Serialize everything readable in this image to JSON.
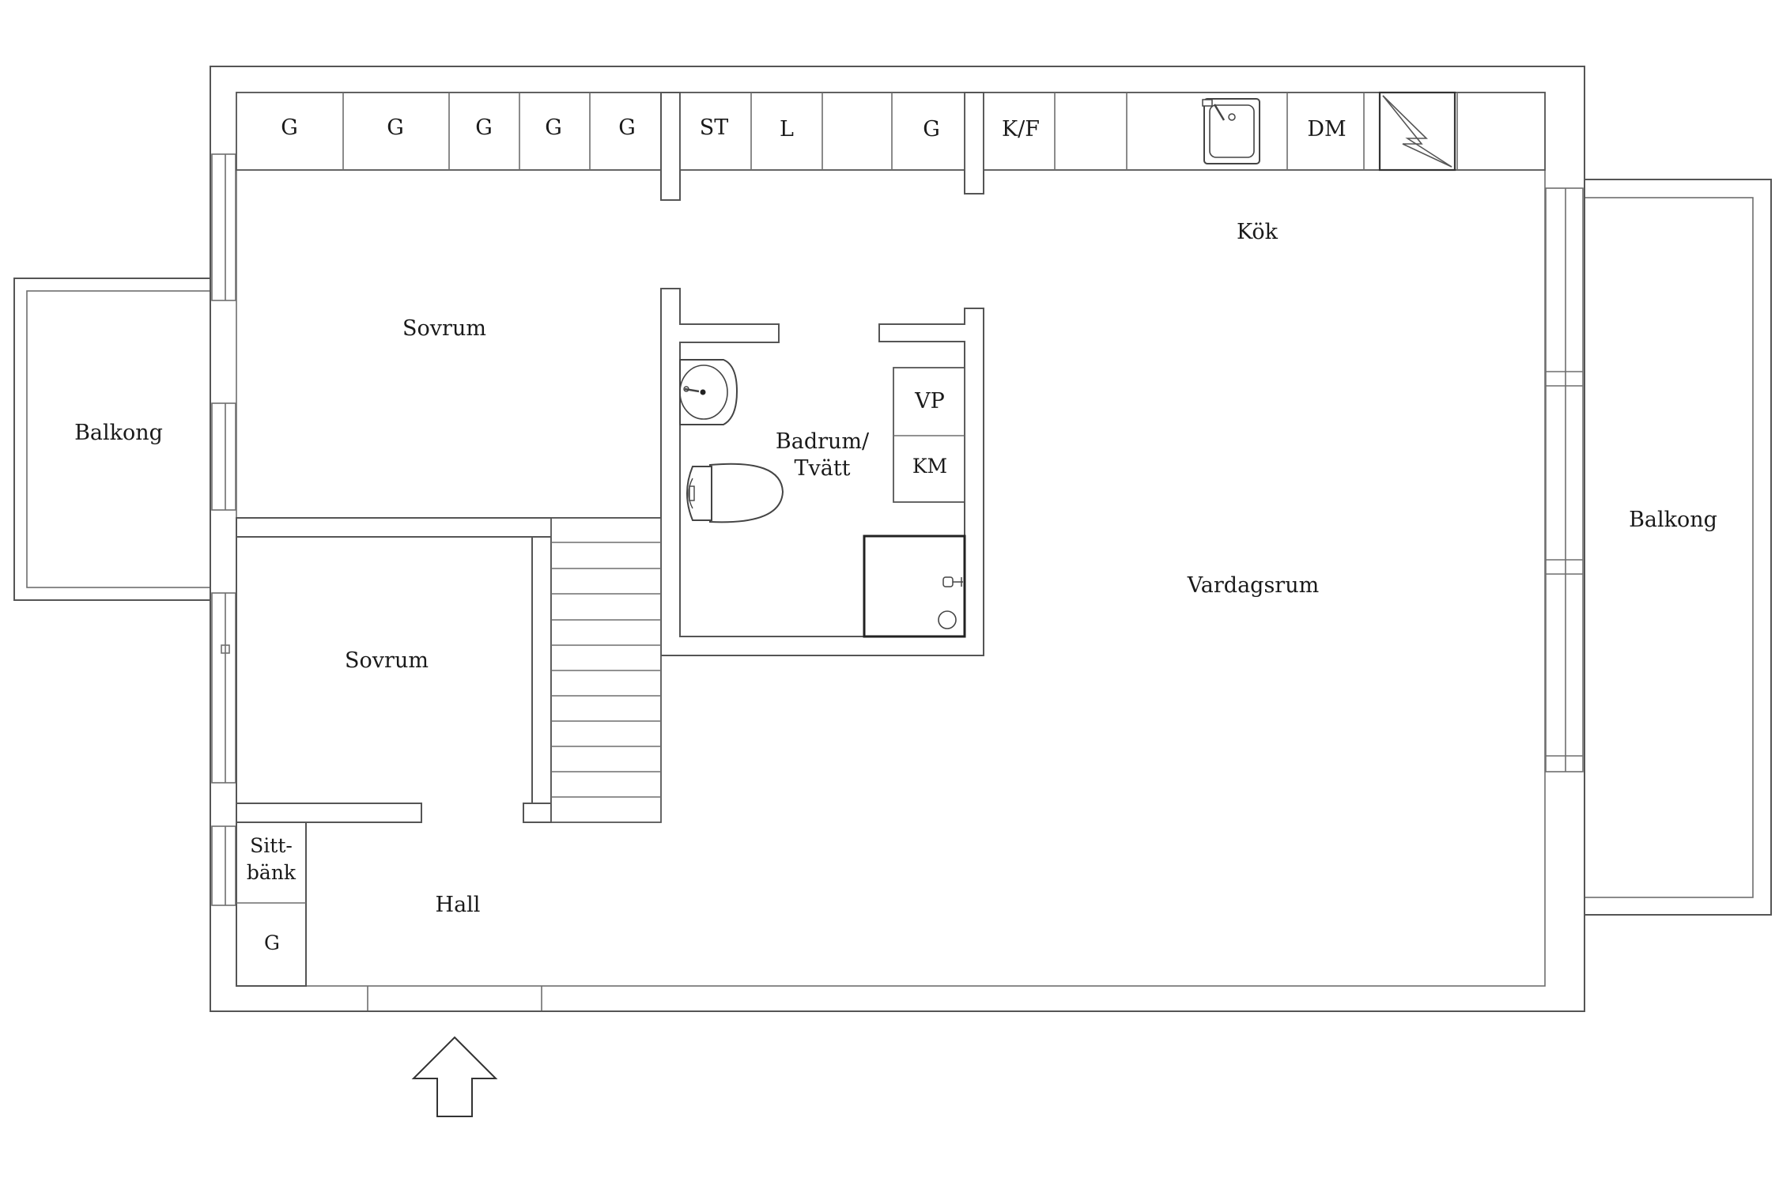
{
  "rooms": {
    "kok": "Kök",
    "vardagsrum": "Vardagsrum",
    "sovrum_1": "Sovrum",
    "sovrum_2": "Sovrum",
    "badrum_line1": "Badrum/",
    "badrum_line2": "Tvätt",
    "hall": "Hall",
    "balkong_left": "Balkong",
    "balkong_right": "Balkong"
  },
  "wardrobe_labels": [
    "G",
    "G",
    "G",
    "G",
    "G"
  ],
  "kitchen_labels": {
    "st": "ST",
    "l": "L",
    "g": "G",
    "kf": "K/F",
    "dm": "DM"
  },
  "bath_labels": {
    "vp": "VP",
    "km": "KM"
  },
  "hall_labels": {
    "sitt_line1": "Sitt-",
    "sitt_line2": "bänk",
    "g": "G"
  },
  "colors": {
    "wall_stroke": "#555555",
    "text": "#1a1a1a",
    "background": "#ffffff"
  },
  "icons": [
    "sink-icon",
    "toilet-icon",
    "shower-icon",
    "kitchen-sink-icon",
    "stove-icon",
    "entrance-arrow-icon"
  ]
}
